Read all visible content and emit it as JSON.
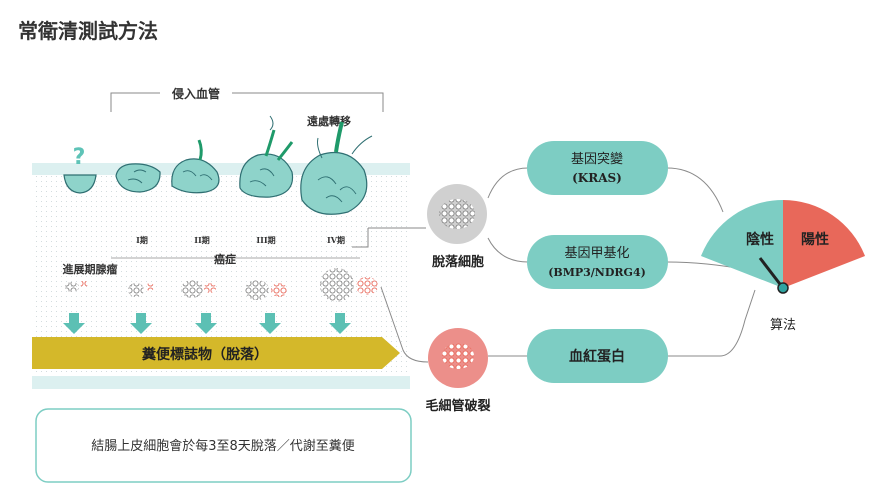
{
  "title": "常衛清測試方法",
  "invasion_label": "侵入血管",
  "metastasis_label": "遠處轉移",
  "question_mark": "?",
  "stages": [
    "I期",
    "II期",
    "III期",
    "IV期"
  ],
  "adenoma_label": "進展期腺瘤",
  "cancer_label": "癌症",
  "banner_label": "糞便標誌物（脫落）",
  "shed_cells_label": "脫落細胞",
  "capillary_label": "毛細管破裂",
  "markers": {
    "kras_title": "基因突變",
    "kras_sub": "(KRAS)",
    "methyl_title": "基因甲基化",
    "methyl_sub": "(BMP3/NDRG4)",
    "hemoglobin": "血紅蛋白"
  },
  "gauge": {
    "negative": "陰性",
    "positive": "陽性",
    "algorithm": "算法"
  },
  "note": "結腸上皮細胞會於每3至8天脫落／代謝至糞便",
  "colors": {
    "teal": "#7dcdc3",
    "teal_dark": "#2f6f72",
    "green_stem": "#1f9a6a",
    "red": "#e8685a",
    "gold": "#d4b82a",
    "arrow": "#5cc0b4",
    "band": "#dcf0f0",
    "line": "#8a8a8a"
  }
}
